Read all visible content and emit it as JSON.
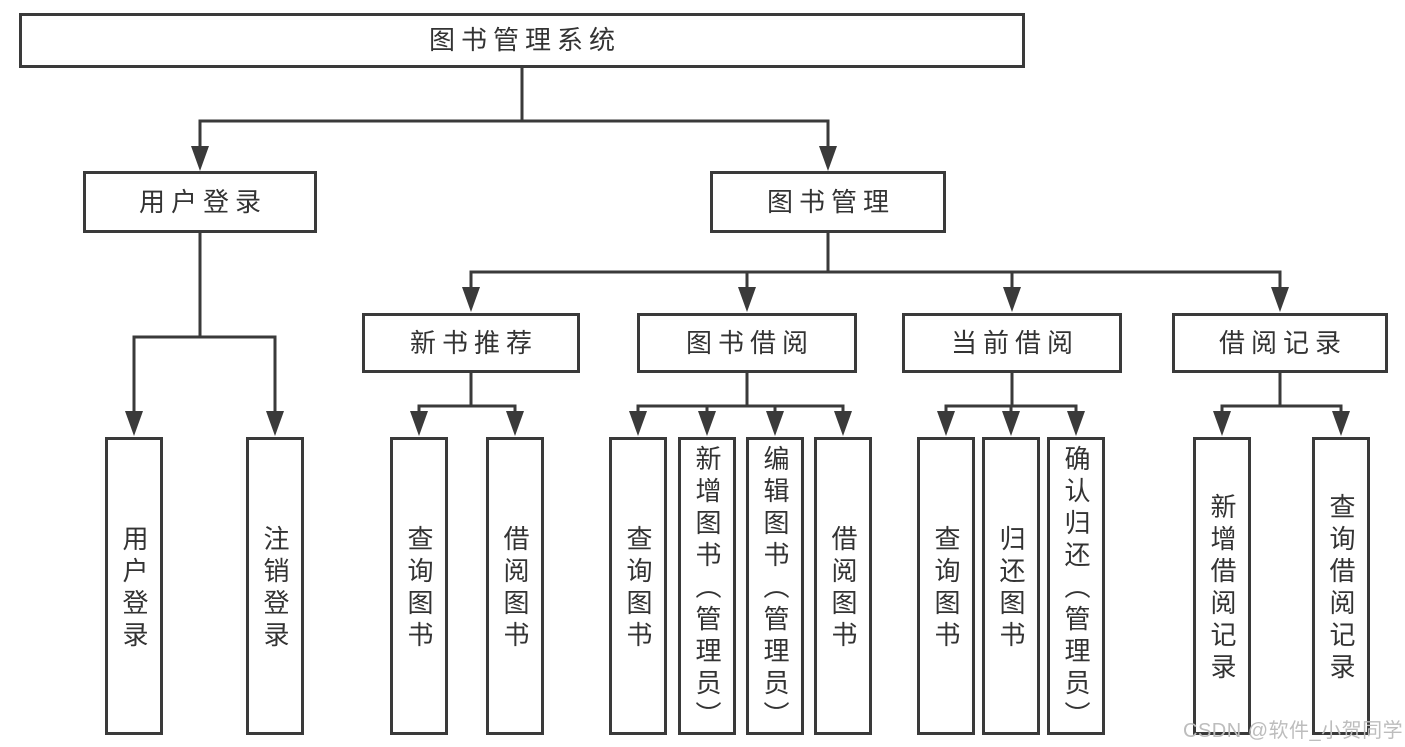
{
  "diagram": {
    "root": {
      "label": "图书管理系统"
    },
    "level2": {
      "user_login": {
        "label": "用户登录"
      },
      "book_mgmt": {
        "label": "图书管理"
      }
    },
    "level3": {
      "new_books": {
        "label": "新书推荐"
      },
      "book_borrow": {
        "label": "图书借阅"
      },
      "current_borrow": {
        "label": "当前借阅"
      },
      "borrow_records": {
        "label": "借阅记录"
      }
    },
    "leaves": {
      "user_login": [
        "用户登录",
        "注销登录"
      ],
      "new_books": [
        "查询图书",
        "借阅图书"
      ],
      "book_borrow": [
        "查询图书",
        "新增图书（管理员）",
        "编辑图书（管理员）",
        "借阅图书"
      ],
      "current_borrow": [
        "查询图书",
        "归还图书",
        "确认归还（管理员）"
      ],
      "borrow_records": [
        "新增借阅记录",
        "查询借阅记录"
      ]
    },
    "watermark": "CSDN @软件_小贺同学",
    "colors": {
      "line": "#3a3a3a",
      "text": "#333333",
      "background": "#ffffff",
      "watermark": "#bdbdbd"
    }
  }
}
